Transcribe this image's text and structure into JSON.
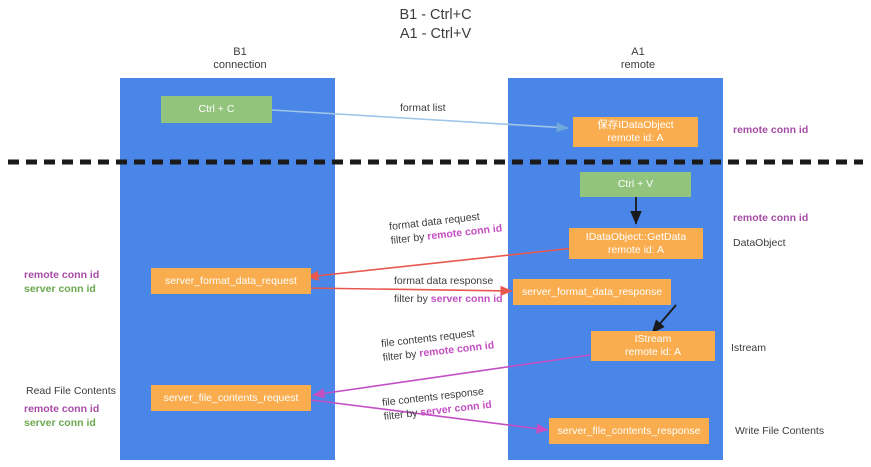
{
  "diagram": {
    "title_line1": "B1 - Ctrl+C",
    "title_line2": "A1 - Ctrl+V",
    "type": "sequence-swimlane",
    "colors": {
      "lane": "#4a86e8",
      "node_green": "#93c47d",
      "node_orange": "#f9ad4f",
      "arrow_blue": "#9fc5e8",
      "arrow_red": "#e8584f",
      "arrow_magenta": "#c44fc4",
      "arrow_black": "#1a1a1a",
      "key_remote": "#a64ca6",
      "key_server": "#6aa84f",
      "divider": "#1a1a1a"
    }
  },
  "lanes": [
    {
      "id": "b1",
      "title": "B1",
      "subtitle": "connection"
    },
    {
      "id": "a1",
      "title": "A1",
      "subtitle": "remote"
    }
  ],
  "nodes": {
    "ctrl_c": {
      "line1": "Ctrl + C",
      "line2": ""
    },
    "idataobject_stored": {
      "line1": "保存IDataObject",
      "line2": "remote id: A"
    },
    "ctrl_v": {
      "line1": "Ctrl + V",
      "line2": ""
    },
    "idataobject_getdata": {
      "line1": "IDataObject::GetData",
      "line2": "remote id: A"
    },
    "server_format_data_request": {
      "line1": "server_format_data_request",
      "line2": ""
    },
    "server_format_data_response": {
      "line1": "server_format_data_response",
      "line2": ""
    },
    "istream": {
      "line1": "IStream",
      "line2": "remote id: A"
    },
    "server_file_contents_request": {
      "line1": "server_file_contents_request",
      "line2": ""
    },
    "server_file_contents_response": {
      "line1": "server_file_contents_response",
      "line2": ""
    }
  },
  "edge_labels": {
    "format_list": {
      "line1": "format list",
      "line2": "",
      "filter_key": ""
    },
    "format_data_request": {
      "line1": "format data request",
      "line2": "filter by ",
      "filter_key": "remote conn id"
    },
    "format_data_response": {
      "line1": "format data response",
      "line2": "filter by ",
      "filter_key": "server conn id"
    },
    "file_contents_request": {
      "line1": "file contents request",
      "line2": "filter by ",
      "filter_key": "remote conn id"
    },
    "file_contents_response": {
      "line1": "file contents response",
      "line2": "filter by ",
      "filter_key": "server conn id"
    }
  },
  "side_notes": {
    "right_top_remote_conn_id": "remote conn id",
    "right_mid_remote_conn_id": "remote conn id",
    "right_dataobject": "DataObject",
    "right_istream": "Istream",
    "right_write_file_contents": "Write File Contents",
    "left_read_file_contents": "Read File Contents",
    "key_remote_conn_id": "remote conn id",
    "key_server_conn_id": "server conn id"
  }
}
